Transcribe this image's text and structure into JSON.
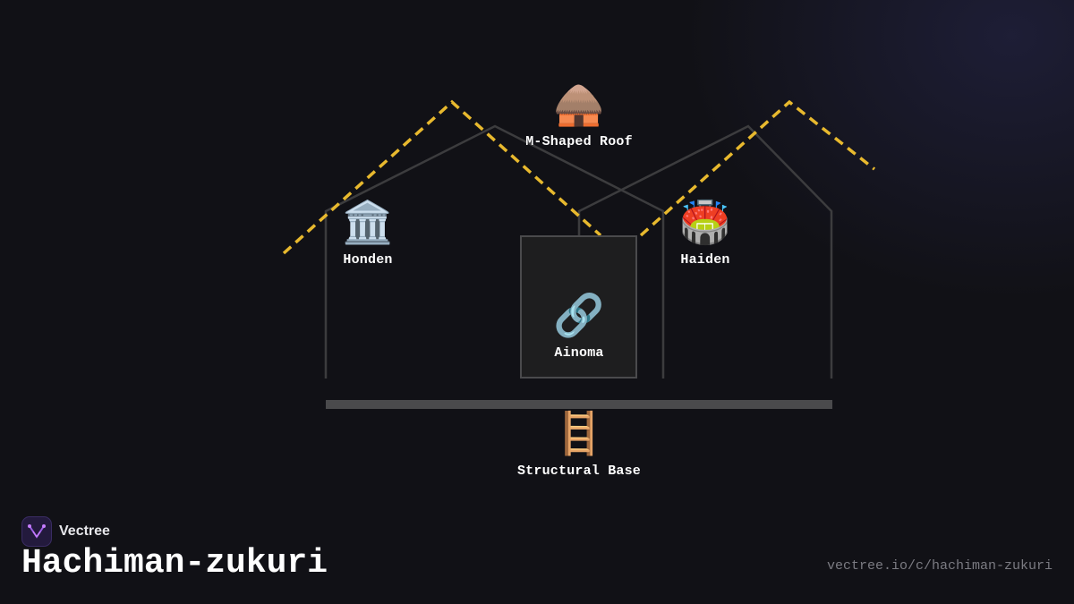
{
  "brand": {
    "name": "Vectree",
    "logo_icon": "vectree-logo-icon",
    "accent": "#9b5de5"
  },
  "title": "Hachiman-zukuri",
  "url": "vectree.io/c/hachiman-zukuri",
  "diagram": {
    "roof_line_color": "#e8b92e",
    "structure_line_color": "#3c3c3e",
    "nodes": {
      "roof": {
        "label": "M-Shaped Roof",
        "icon": "hut-icon",
        "emoji": "🛖"
      },
      "honden": {
        "label": "Honden",
        "icon": "classical-building-icon",
        "emoji": "🏛️"
      },
      "haiden": {
        "label": "Haiden",
        "icon": "stadium-icon",
        "emoji": "🏟️"
      },
      "ainoma": {
        "label": "Ainoma",
        "icon": "link-icon",
        "emoji": "🔗"
      },
      "base": {
        "label": "Structural Base",
        "icon": "ladder-icon",
        "emoji": "🪜"
      }
    }
  }
}
